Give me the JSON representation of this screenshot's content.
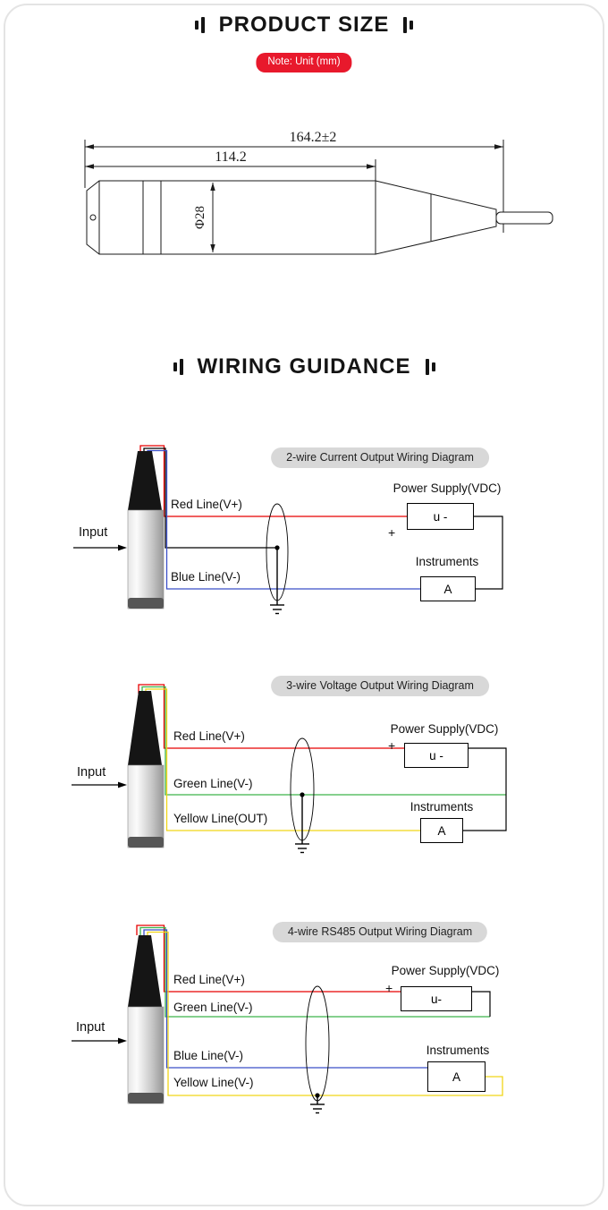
{
  "colors": {
    "badge_red": "#e8192c",
    "pill_gray": "#d8d8d8",
    "wire_red": "#e60000",
    "wire_green": "#3cb44a",
    "wire_blue": "#3a4fc8",
    "wire_yellow": "#f0d518",
    "wire_black": "#000000"
  },
  "product_size": {
    "title": "PRODUCT SIZE",
    "note_badge": "Note: Unit (mm)",
    "dimensions": {
      "overall_length": "164.2±2",
      "body_length": "114.2",
      "diameter": "Φ28"
    }
  },
  "wiring": {
    "title": "WIRING GUIDANCE",
    "diagrams": [
      {
        "label": "2-wire Current Output Wiring Diagram",
        "input_label": "Input",
        "wire_labels": [
          "Red Line(V+)",
          "Blue Line(V-)"
        ],
        "power_supply_label": "Power Supply(VDC)",
        "power_box_text": "u -",
        "plus_sign": "+",
        "instruments_label": "Instruments",
        "instruments_box_text": "A"
      },
      {
        "label": "3-wire Voltage Output Wiring Diagram",
        "input_label": "Input",
        "wire_labels": [
          "Red Line(V+)",
          "Green Line(V-)",
          "Yellow Line(OUT)"
        ],
        "power_supply_label": "Power Supply(VDC)",
        "power_box_text": "u -",
        "plus_sign": "+",
        "instruments_label": "Instruments",
        "instruments_box_text": "A"
      },
      {
        "label": "4-wire RS485 Output Wiring Diagram",
        "input_label": "Input",
        "wire_labels": [
          "Red Line(V+)",
          "Green Line(V-)",
          "Blue Line(V-)",
          "Yellow Line(V-)"
        ],
        "power_supply_label": "Power Supply(VDC)",
        "power_box_text": "u-",
        "plus_sign": "+",
        "instruments_label": "Instruments",
        "instruments_box_text": "A"
      }
    ]
  }
}
